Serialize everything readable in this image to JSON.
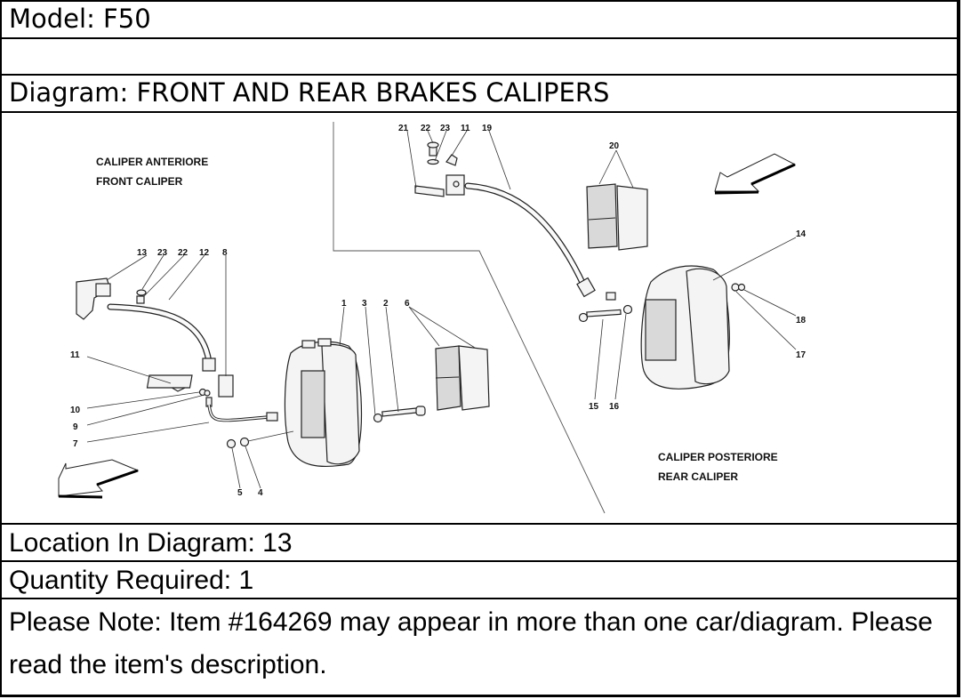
{
  "model": {
    "label": "Model:",
    "value": "F50",
    "text": "Model: F50"
  },
  "blank_row": "",
  "diagram": {
    "label": "Diagram:",
    "value": "FRONT AND REAR BRAKES CALIPERS",
    "text": "Diagram: FRONT AND REAR BRAKES CALIPERS"
  },
  "illustration": {
    "front_caption": {
      "italian": "CALIPER ANTERIORE",
      "english": "FRONT CALIPER"
    },
    "rear_caption": {
      "italian": "CALIPER POSTERIORE",
      "english": "REAR CALIPER"
    },
    "front_callouts": [
      "13",
      "23",
      "22",
      "12",
      "8",
      "11",
      "10",
      "9",
      "7",
      "5",
      "4",
      "1",
      "3",
      "2",
      "6"
    ],
    "rear_callouts": [
      "21",
      "22",
      "23",
      "11",
      "19",
      "20",
      "14",
      "18",
      "17",
      "15",
      "16"
    ],
    "icons": [
      "direction-arrow-front",
      "direction-arrow-rear"
    ]
  },
  "location": {
    "label": "Location In Diagram:",
    "value": "13",
    "text": "Location In Diagram: 13"
  },
  "quantity": {
    "label": "Quantity Required:",
    "value": "1",
    "text": "Quantity Required: 1"
  },
  "note": {
    "item_number": "#164269",
    "text": "Please Note: Item #164269 may appear in more than one car/diagram. Please read the item's description."
  }
}
